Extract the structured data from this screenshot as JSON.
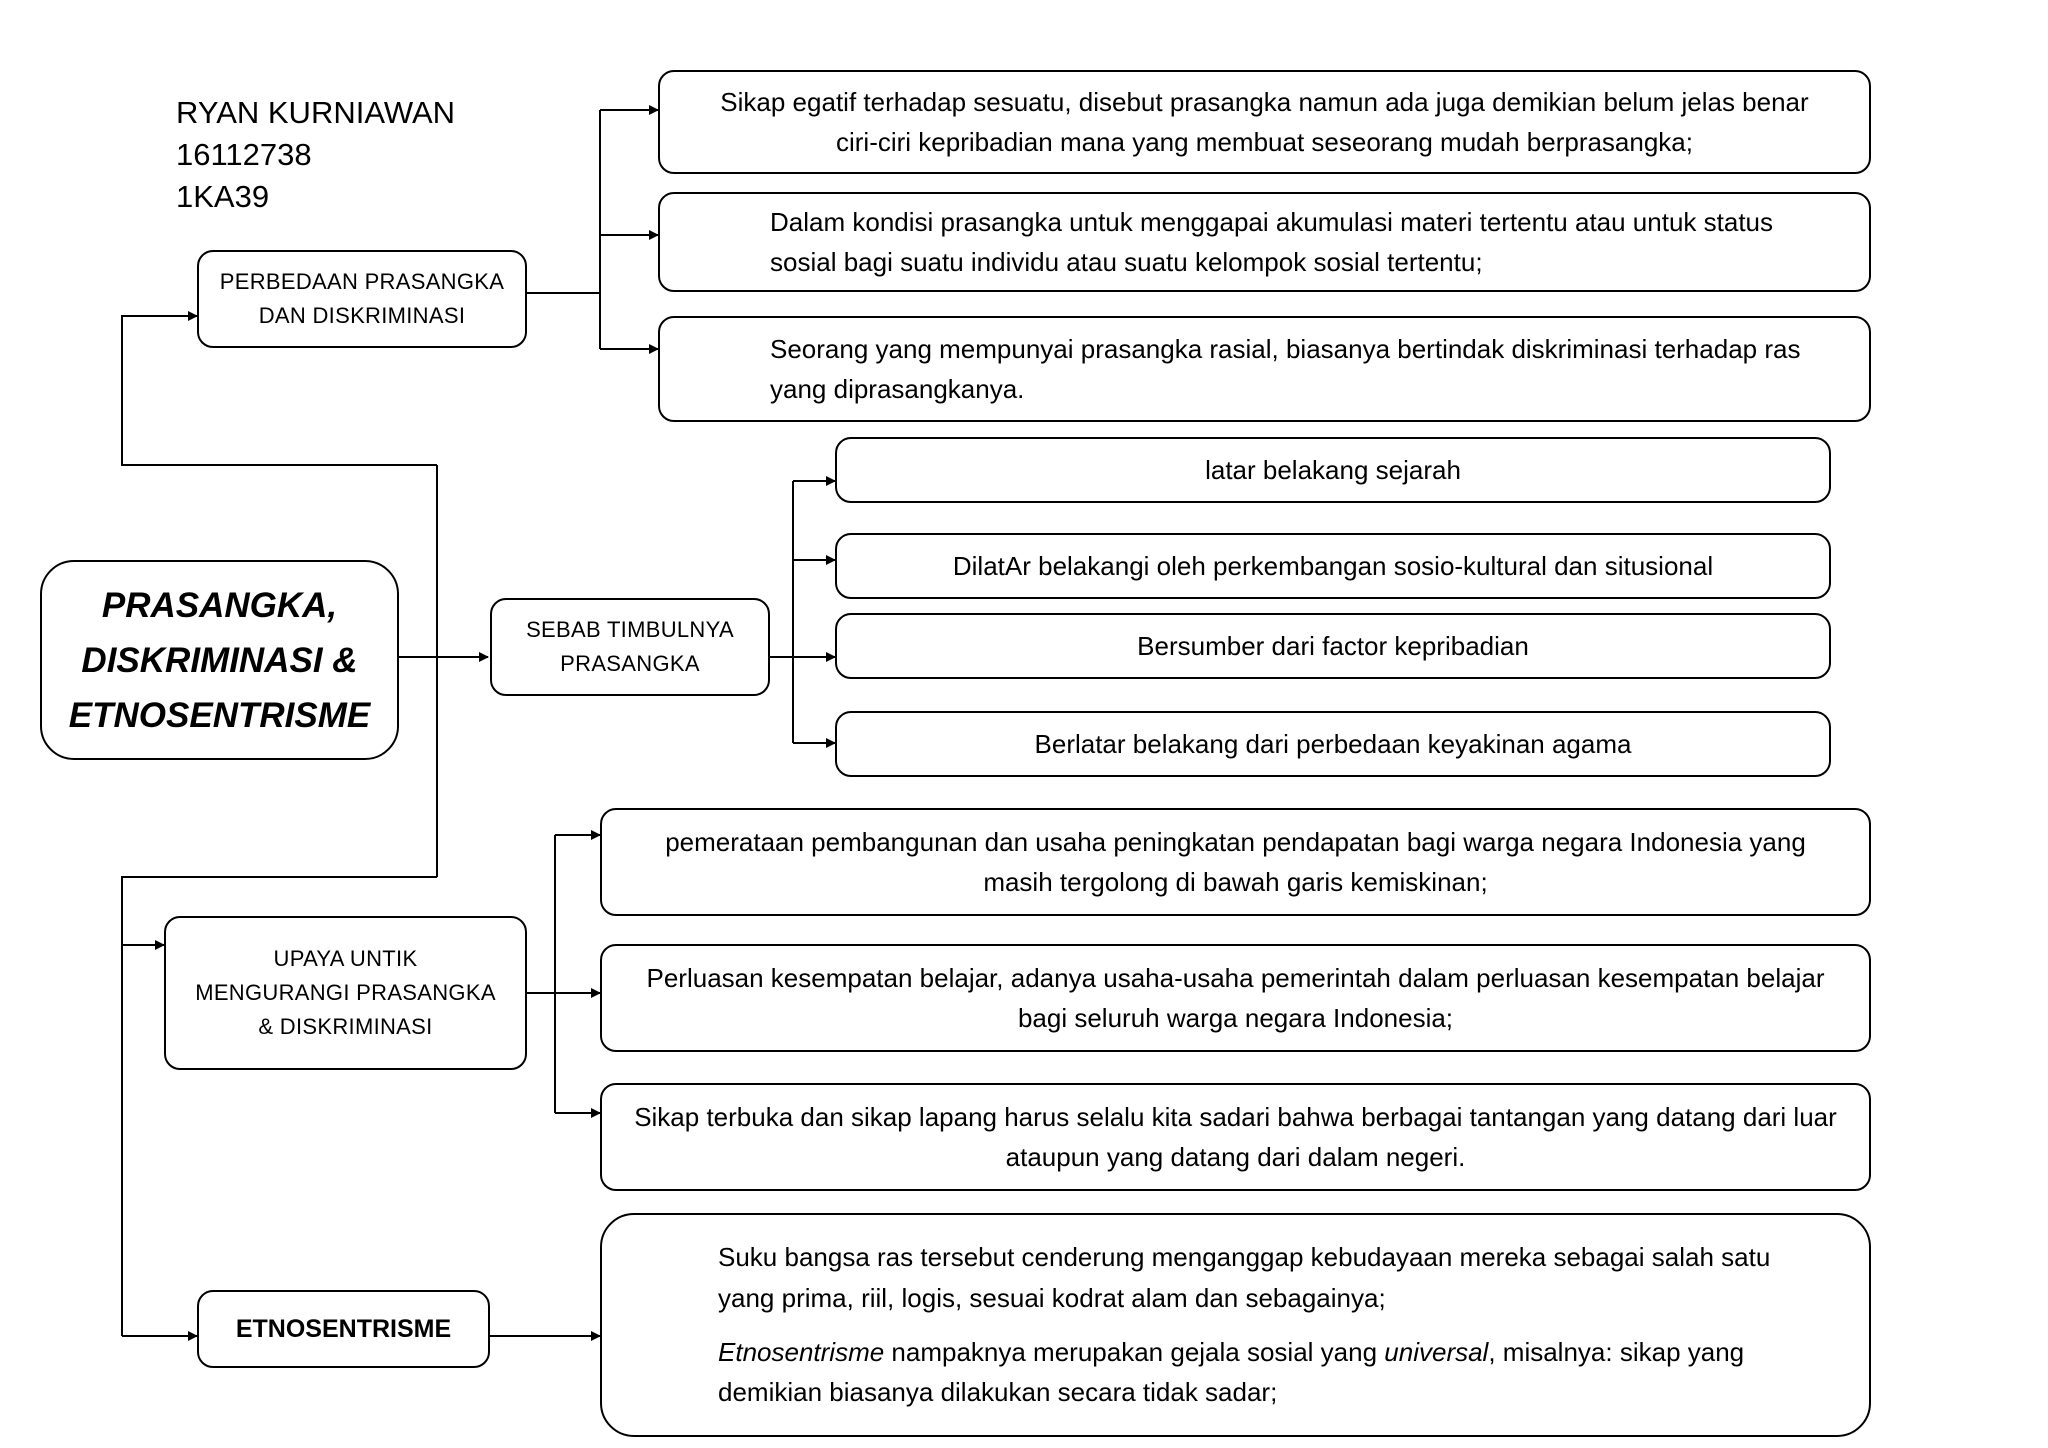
{
  "author": {
    "name": "RYAN KURNIAWAN",
    "npm": "16112738",
    "class": "1KA39"
  },
  "main": {
    "line1": "PRASANGKA,",
    "line2": "DISKRIMINASI &",
    "line3": "ETNOSENTRISME"
  },
  "branches": {
    "perbedaan": {
      "line1": "PERBEDAAN PRASANGKA",
      "line2": "DAN DISKRIMINASI",
      "items": [
        "Sikap egatif terhadap sesuatu, disebut prasangka namun ada juga demikian belum jelas benar ciri-ciri kepribadian mana yang membuat seseorang mudah berprasangka;",
        "Dalam kondisi prasangka untuk menggapai akumulasi materi tertentu atau untuk status sosial bagi suatu individu atau suatu kelompok sosial tertentu;",
        "Seorang yang mempunyai prasangka rasial, biasanya bertindak diskriminasi terhadap ras yang diprasangkanya."
      ]
    },
    "sebab": {
      "line1": "SEBAB TIMBULNYA",
      "line2": "PRASANGKA",
      "items": [
        "latar belakang sejarah",
        "DilatAr belakangi oleh perkembangan sosio-kultural dan situsional",
        "Bersumber dari factor kepribadian",
        "Berlatar belakang dari perbedaan keyakinan agama"
      ]
    },
    "upaya": {
      "line1": "UPAYA UNTIK",
      "line2": "MENGURANGI PRASANGKA",
      "line3": "& DISKRIMINASI",
      "items": [
        "pemerataan pembangunan dan usaha peningkatan pendapatan bagi warga negara Indonesia yang masih tergolong di bawah garis kemiskinan;",
        "Perluasan kesempatan belajar, adanya usaha-usaha pemerintah dalam perluasan kesempatan belajar bagi seluruh warga negara Indonesia;",
        "Sikap terbuka dan sikap lapang harus selalu kita sadari bahwa berbagai tantangan yang datang dari luar ataupun yang datang dari dalam negeri."
      ]
    },
    "etno": {
      "label": "ETNOSENTRISME",
      "p1": "Suku bangsa ras tersebut cenderung menganggap kebudayaan mereka sebagai salah satu yang prima, riil, logis, sesuai kodrat alam dan sebagainya;",
      "p2_italic1": "Etnosentrisme",
      "p2_text1": " nampaknya merupakan gejala sosial yang ",
      "p2_italic2": "universal",
      "p2_text2": ", misalnya: sikap yang demikian biasanya dilakukan secara tidak sadar;"
    }
  }
}
